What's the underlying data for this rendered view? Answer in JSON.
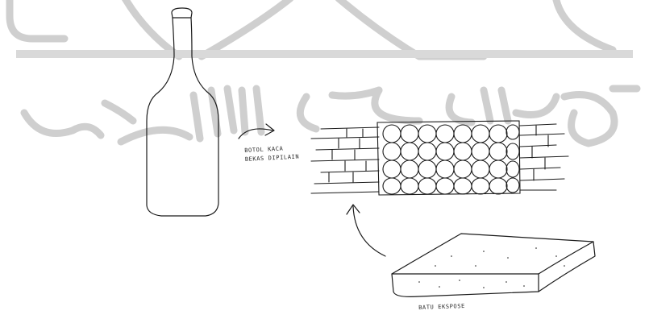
{
  "labels": {
    "bottle_line1": "BOTOL KACA",
    "bottle_line2": "BEKAS DIPILAIN",
    "stone": "BATU EKSPOSE"
  },
  "colors": {
    "ink": "#1a1a1a",
    "watermark": "#cfcfcf",
    "background": "#ffffff"
  }
}
